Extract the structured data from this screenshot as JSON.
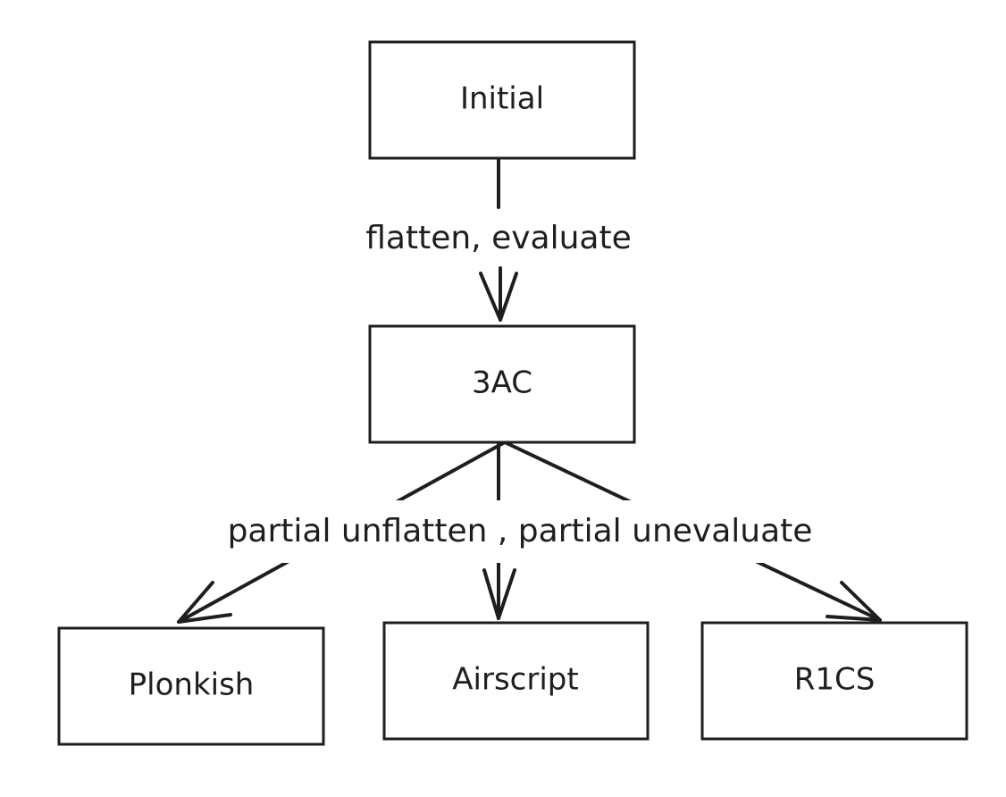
{
  "nodes": {
    "initial": "Initial",
    "tac": "3AC",
    "plonkish": "Plonkish",
    "airscript": "Airscript",
    "r1cs": "R1CS"
  },
  "edges": {
    "initial_to_tac": "flatten, evaluate",
    "tac_to_targets": "partial unflatten , partial unevaluate"
  },
  "colors": {
    "stroke": "#1e1e1e",
    "background": "#ffffff"
  }
}
